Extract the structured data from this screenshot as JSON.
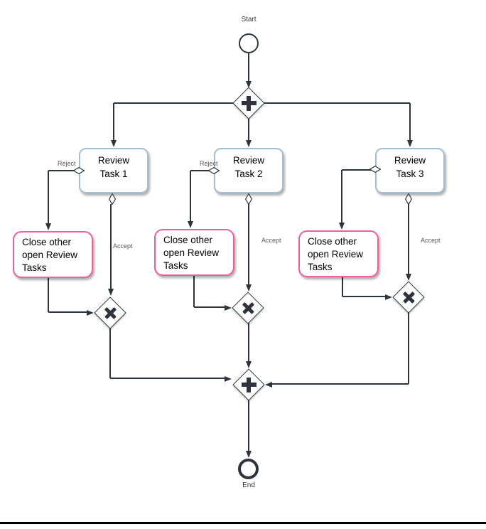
{
  "colors": {
    "stroke": "#2e333d",
    "task_border": "#a3bfd0",
    "close_border": "#f85a9c",
    "edge_label": "#575757",
    "bottom_bar": "#000000"
  },
  "icons": {
    "parallel_gateway": "plus-icon",
    "exclusive_gateway": "x-icon",
    "conditional_flow": "diamond-marker-icon",
    "flow_end": "arrowhead-icon"
  },
  "nodes": {
    "start": {
      "label": "Start"
    },
    "end": {
      "label": "End"
    },
    "tasks": [
      {
        "line1": "Review",
        "line2": "Task 1"
      },
      {
        "line1": "Review",
        "line2": "Task 2"
      },
      {
        "line1": "Review",
        "line2": "Task 3"
      }
    ],
    "close_tasks": [
      {
        "line1": "Close other",
        "line2": "open Review",
        "line3": "Tasks"
      },
      {
        "line1": "Close other",
        "line2": "open Review",
        "line3": "Tasks"
      },
      {
        "line1": "Close other",
        "line2": "open Review",
        "line3": "Tasks"
      }
    ]
  },
  "edge_labels": {
    "reject_1": "Reject",
    "reject_2": "Reject",
    "accept_1": "Accept",
    "accept_2": "Accept",
    "accept_3": "Accept"
  }
}
